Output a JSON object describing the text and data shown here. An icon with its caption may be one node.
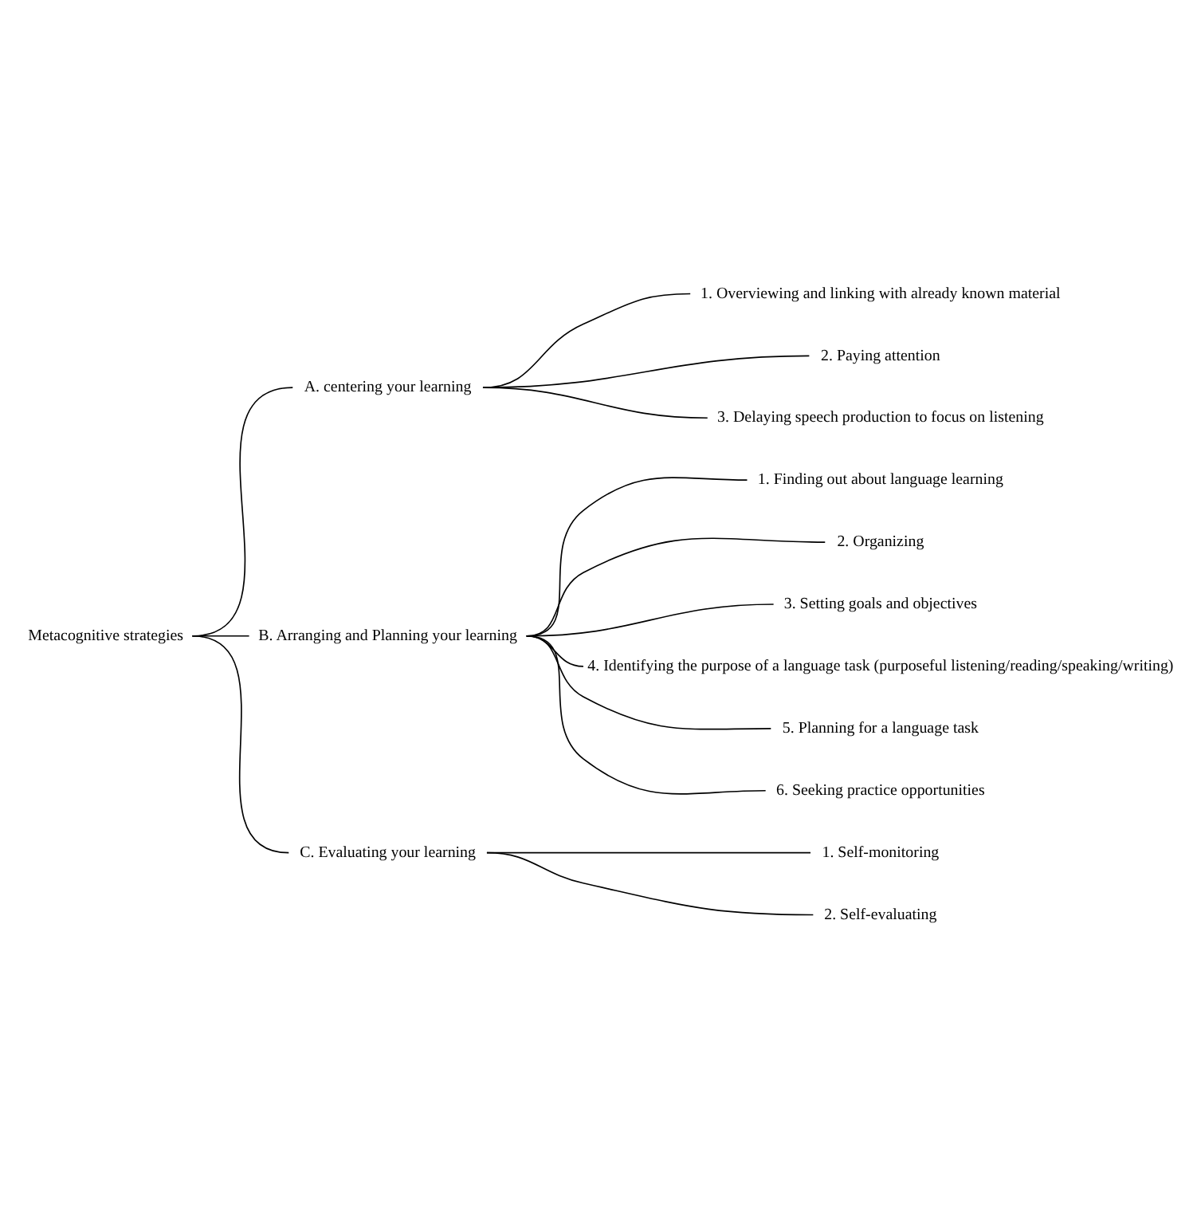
{
  "diagram": {
    "nodes": [
      {
        "text": [
          "Metacognitive strategies"
        ]
      },
      {
        "text": [
          "A. centering your learning"
        ]
      },
      {
        "text": [
          "1. Overviewing and linking with already known material"
        ]
      },
      {
        "text": [
          "2. Paying attention"
        ]
      },
      {
        "text": [
          "3. Delaying speech production to focus on listening"
        ]
      },
      {
        "text": [
          "B. Arranging and Planning your learning"
        ]
      },
      {
        "text": [
          "1. Finding out about language learning"
        ]
      },
      {
        "text": [
          "2. Organizing"
        ]
      },
      {
        "text": [
          "3. Setting goals and objectives"
        ]
      },
      {
        "text": [
          "4. Identifying the purpose of a language task (purposeful listening/reading/speaking/writing)"
        ]
      },
      {
        "text": [
          "5. Planning for a language task"
        ]
      },
      {
        "text": [
          "6. Seeking practice opportunities"
        ]
      },
      {
        "text": [
          "C. Evaluating your learning"
        ]
      },
      {
        "text": [
          "1. Self-monitoring"
        ]
      },
      {
        "text": [
          "2. Self-evaluating"
        ]
      }
    ],
    "edges": [
      {
        "from": 0,
        "to": 1,
        "arrow": "none"
      },
      {
        "from": 0,
        "to": 5,
        "arrow": "none"
      },
      {
        "from": 0,
        "to": 12,
        "arrow": "none"
      },
      {
        "from": 1,
        "to": 2,
        "arrow": "none"
      },
      {
        "from": 1,
        "to": 3,
        "arrow": "none"
      },
      {
        "from": 1,
        "to": 4,
        "arrow": "none"
      },
      {
        "from": 5,
        "to": 6,
        "arrow": "none"
      },
      {
        "from": 5,
        "to": 7,
        "arrow": "none"
      },
      {
        "from": 5,
        "to": 8,
        "arrow": "none"
      },
      {
        "from": 5,
        "to": 9,
        "arrow": "none"
      },
      {
        "from": 5,
        "to": 10,
        "arrow": "none"
      },
      {
        "from": 5,
        "to": 11,
        "arrow": "none"
      },
      {
        "from": 12,
        "to": 13,
        "arrow": "none"
      },
      {
        "from": 12,
        "to": 14,
        "arrow": "none"
      }
    ]
  }
}
